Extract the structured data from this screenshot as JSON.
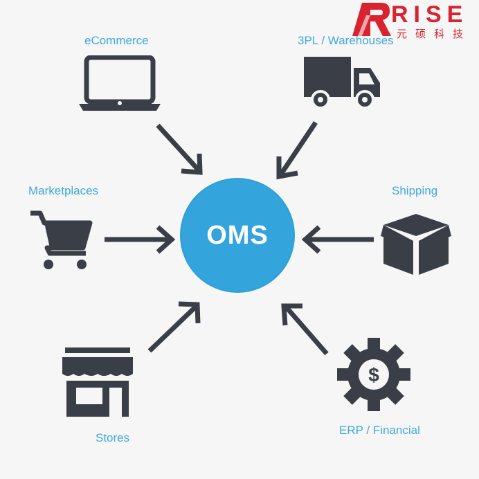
{
  "logo": {
    "word": "RISE",
    "subtitle": "元硕科技",
    "color": "#d9232e"
  },
  "hub": {
    "label": "OMS",
    "color": "#33a4dc"
  },
  "nodes": {
    "ecommerce": "eCommerce",
    "warehouses": "3PL / Warehouses",
    "marketplaces": "Marketplaces",
    "shipping": "Shipping",
    "stores": "Stores",
    "erp": "ERP / Financial"
  },
  "colors": {
    "label": "#3fa9dc",
    "icon": "#3a3f47",
    "arrow": "#3a3f47"
  }
}
